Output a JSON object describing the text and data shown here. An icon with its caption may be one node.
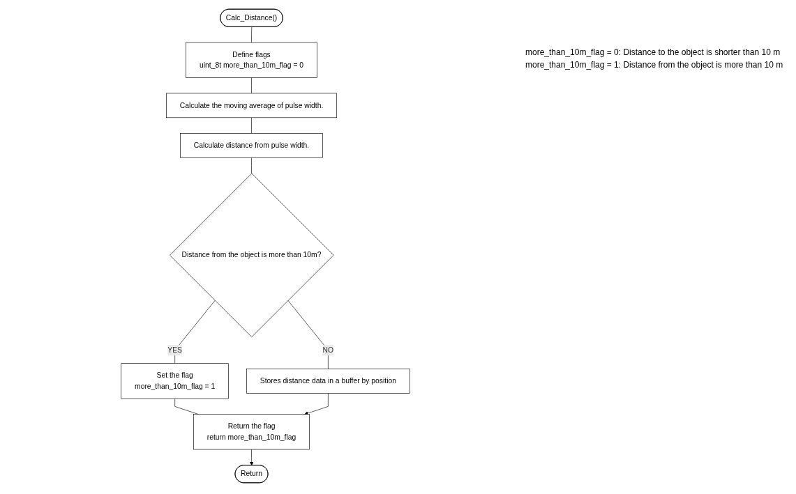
{
  "diagram": {
    "nodes": [
      {
        "text": [
          "Calc_Distance()"
        ]
      },
      {
        "text": [
          "Define flags",
          "uint_8t more_than_10m_flag = 0"
        ]
      },
      {
        "text": [
          "Calculate the moving average of pulse width."
        ]
      },
      {
        "text": [
          "Calculate distance from pulse width."
        ]
      },
      {
        "text": [
          "Distance from the object is more than 10m?"
        ]
      },
      {
        "text": [
          "Set the flag",
          "more_than_10m_flag = 1"
        ]
      },
      {
        "text": [
          "Stores distance data in a buffer by position"
        ]
      },
      {
        "text": [
          "Return the flag",
          "return more_than_10m_flag"
        ]
      },
      {
        "text": [
          "Return"
        ]
      }
    ],
    "edges": [
      {
        "from": 0,
        "to": 1,
        "arrow": "none"
      },
      {
        "from": 1,
        "to": 2,
        "arrow": "none"
      },
      {
        "from": 2,
        "to": 3,
        "arrow": "none"
      },
      {
        "from": 3,
        "to": 4,
        "arrow": "none"
      },
      {
        "from": 4,
        "to": 5,
        "arrow": "none",
        "label": "YES"
      },
      {
        "from": 4,
        "to": 6,
        "arrow": "none",
        "label": "NO"
      },
      {
        "from": 5,
        "to": 7,
        "arrow": "none"
      },
      {
        "from": 6,
        "to": 7,
        "arrow": "to"
      },
      {
        "from": 7,
        "to": 8,
        "arrow": "to"
      }
    ],
    "labels": [
      "more_than_10m_flag = 0: Distance to the object is shorter than 10 m",
      "more_than_10m_flag = 1: Distance from the object is more than 10 m"
    ]
  }
}
